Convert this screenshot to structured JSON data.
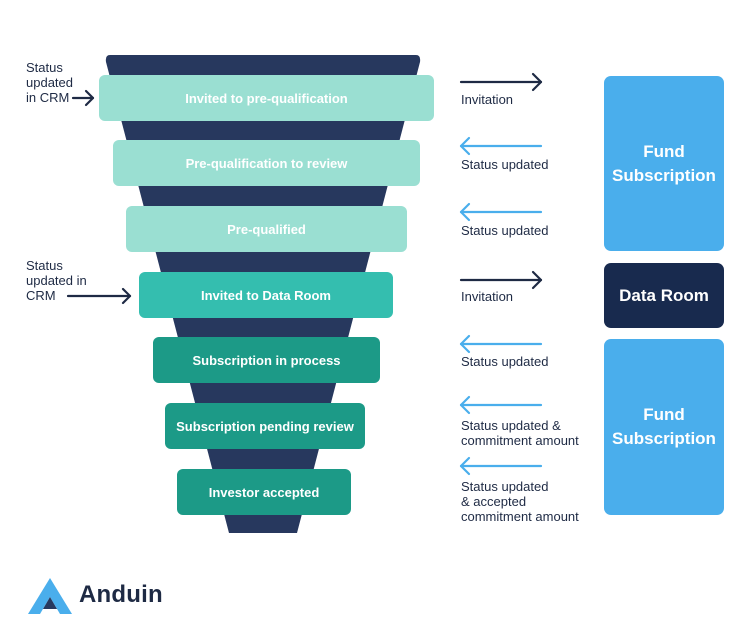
{
  "stages": [
    {
      "label": "Invited to pre-qualification"
    },
    {
      "label": "Pre-qualification to review"
    },
    {
      "label": "Pre-qualified"
    },
    {
      "label": "Invited to Data Room"
    },
    {
      "label": "Subscription in process"
    },
    {
      "label": "Subscription pending review"
    },
    {
      "label": "Investor accepted"
    }
  ],
  "crm_notes": [
    {
      "lines": [
        "Status",
        "updated",
        "in CRM"
      ]
    },
    {
      "lines": [
        "Status",
        "updated in",
        "CRM"
      ]
    }
  ],
  "arrow_labels": [
    {
      "direction": "right",
      "lines": [
        "Invitation"
      ]
    },
    {
      "direction": "left",
      "lines": [
        "Status updated"
      ]
    },
    {
      "direction": "left",
      "lines": [
        "Status updated"
      ]
    },
    {
      "direction": "right",
      "lines": [
        "Invitation"
      ]
    },
    {
      "direction": "left",
      "lines": [
        "Status updated"
      ]
    },
    {
      "direction": "left",
      "lines": [
        "Status updated &",
        "commitment amount"
      ]
    },
    {
      "direction": "left",
      "lines": [
        "Status updated",
        "& accepted",
        "commitment amount"
      ]
    }
  ],
  "systems": [
    {
      "lines": [
        "Fund",
        "Subscription"
      ]
    },
    {
      "lines": [
        "Data Room"
      ]
    },
    {
      "lines": [
        "Fund",
        "Subscription"
      ]
    }
  ],
  "brand": {
    "name": "Anduin"
  },
  "colors": {
    "funnel": "#27385E",
    "arrow_right": "#1E2A44",
    "arrow_left": "#4AAEEC",
    "stage_light": "#9ADFD2",
    "stage_mid": "#34BEAF",
    "stage_dark": "#1C9A87",
    "box_fund": "#4AAEEC",
    "box_data_room": "#182A4E"
  }
}
